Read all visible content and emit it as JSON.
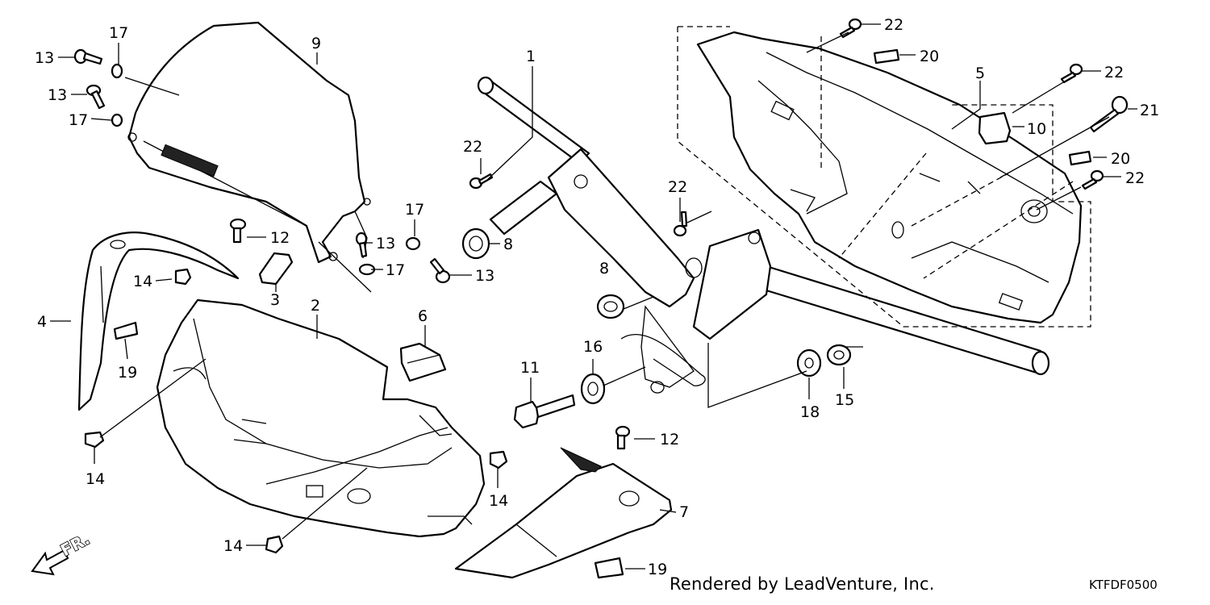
{
  "diagram": {
    "callouts": [
      "1",
      "2",
      "3",
      "4",
      "5",
      "6",
      "7",
      "8",
      "9",
      "10",
      "11",
      "12",
      "13",
      "14",
      "15",
      "16",
      "17",
      "18",
      "19",
      "20",
      "21",
      "22"
    ],
    "direction_label": "FR.",
    "credit": "Rendered by LeadVenture, Inc.",
    "diagram_code": "KTFDF0500"
  }
}
